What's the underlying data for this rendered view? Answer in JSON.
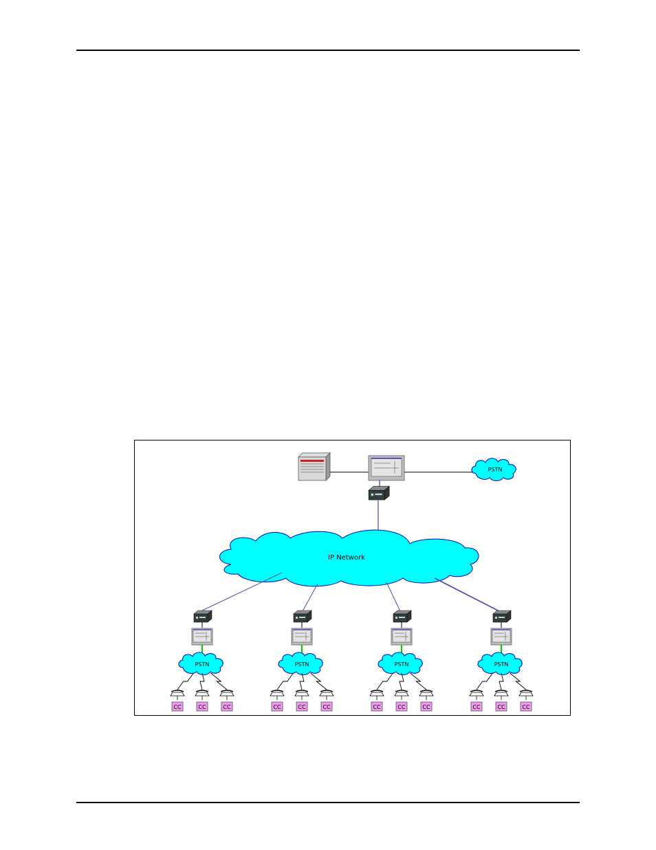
{
  "page": {
    "header_rule": true,
    "footer_rule": true
  },
  "figure": {
    "labels": {
      "ip_network": "IP Network",
      "pstn": "PSTN",
      "cc": "CC"
    },
    "colors": {
      "cloud_fill": "#00ffff",
      "cloud_stroke": "#0000cc",
      "cc_fill": "#ee99ee",
      "link_blue": "#5050b0",
      "link_green": "#00cc00",
      "device_gray": "#c8c8c8"
    },
    "icons": [
      "server-icon",
      "gateway-icon",
      "router-icon",
      "cloud-icon",
      "telephone-icon",
      "wireless-link-icon"
    ],
    "clusters": [
      {
        "pstn": "PSTN",
        "phones": [
          "CC",
          "CC",
          "CC"
        ]
      },
      {
        "pstn": "PSTN",
        "phones": [
          "CC",
          "CC",
          "CC"
        ]
      },
      {
        "pstn": "PSTN",
        "phones": [
          "CC",
          "CC",
          "CC"
        ]
      },
      {
        "pstn": "PSTN",
        "phones": [
          "CC",
          "CC",
          "CC"
        ]
      }
    ]
  }
}
